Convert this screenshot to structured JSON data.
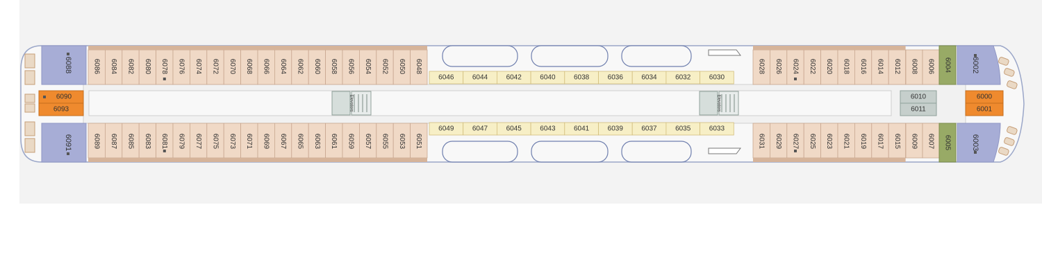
{
  "deck": {
    "colors": {
      "background": "#f3f3f3",
      "hull": "#f8f8f8",
      "hull_stroke": "#9aa6c8",
      "corridor": "#f1f1f1",
      "inside_cabin": "#f0d9c6",
      "ocean_cabin": "#f7efc6",
      "suite": "#a7add6",
      "orange_cabin": "#ef8a2e",
      "green_cabin": "#98aa66",
      "gray_cabin": "#c6cfcc",
      "lifeboat": "#6f7fae",
      "balcony": "#c69e78"
    },
    "icons": [
      "lifeboat-icon",
      "elevator-icon",
      "stairs-icon",
      "tender-boat-icon",
      "accessible-cabin-icon"
    ],
    "aft_suites": {
      "top": "6088",
      "bottom": "6091"
    },
    "aft_orange": {
      "top": "6090",
      "bottom": "6093"
    },
    "fore_suites": {
      "top": "6002",
      "bottom": "6003"
    },
    "fore_orange": {
      "top": "6000",
      "bottom": "6001"
    },
    "fore_gray": {
      "top": "6010",
      "bottom": "6011"
    },
    "green": {
      "top": "6004",
      "bottom": "6005"
    },
    "aft_top": [
      "6086",
      "6084",
      "6082",
      "6080",
      "6078",
      "6076",
      "6074",
      "6072",
      "6070",
      "6068",
      "6066",
      "6064",
      "6062",
      "6060",
      "6058",
      "6056",
      "6054",
      "6052",
      "6050",
      "6048"
    ],
    "aft_bottom": [
      "6089",
      "6087",
      "6085",
      "6083",
      "6081",
      "6079",
      "6077",
      "6075",
      "6073",
      "6071",
      "6069",
      "6067",
      "6065",
      "6063",
      "6061",
      "6059",
      "6057",
      "6055",
      "6053",
      "6051"
    ],
    "mid_top": [
      "6046",
      "6044",
      "6042",
      "6040",
      "6038",
      "6036",
      "6034",
      "6032",
      "6030"
    ],
    "mid_bottom": [
      "6049",
      "6047",
      "6045",
      "6043",
      "6041",
      "6039",
      "6037",
      "6035",
      "6033"
    ],
    "fore_top": [
      "6028",
      "6026",
      "6024",
      "6022",
      "6020",
      "6018",
      "6016",
      "6014",
      "6012",
      "6008",
      "6006"
    ],
    "fore_bottom": [
      "6031",
      "6029",
      "6027",
      "6025",
      "6023",
      "6021",
      "6019",
      "6017",
      "6015",
      "6009",
      "6007"
    ],
    "accessible": [
      "6088",
      "6091",
      "6090",
      "6078",
      "6081",
      "6024",
      "6027",
      "6002",
      "6003"
    ],
    "elevator_labels": [
      "Elevators",
      "Elevators"
    ]
  }
}
